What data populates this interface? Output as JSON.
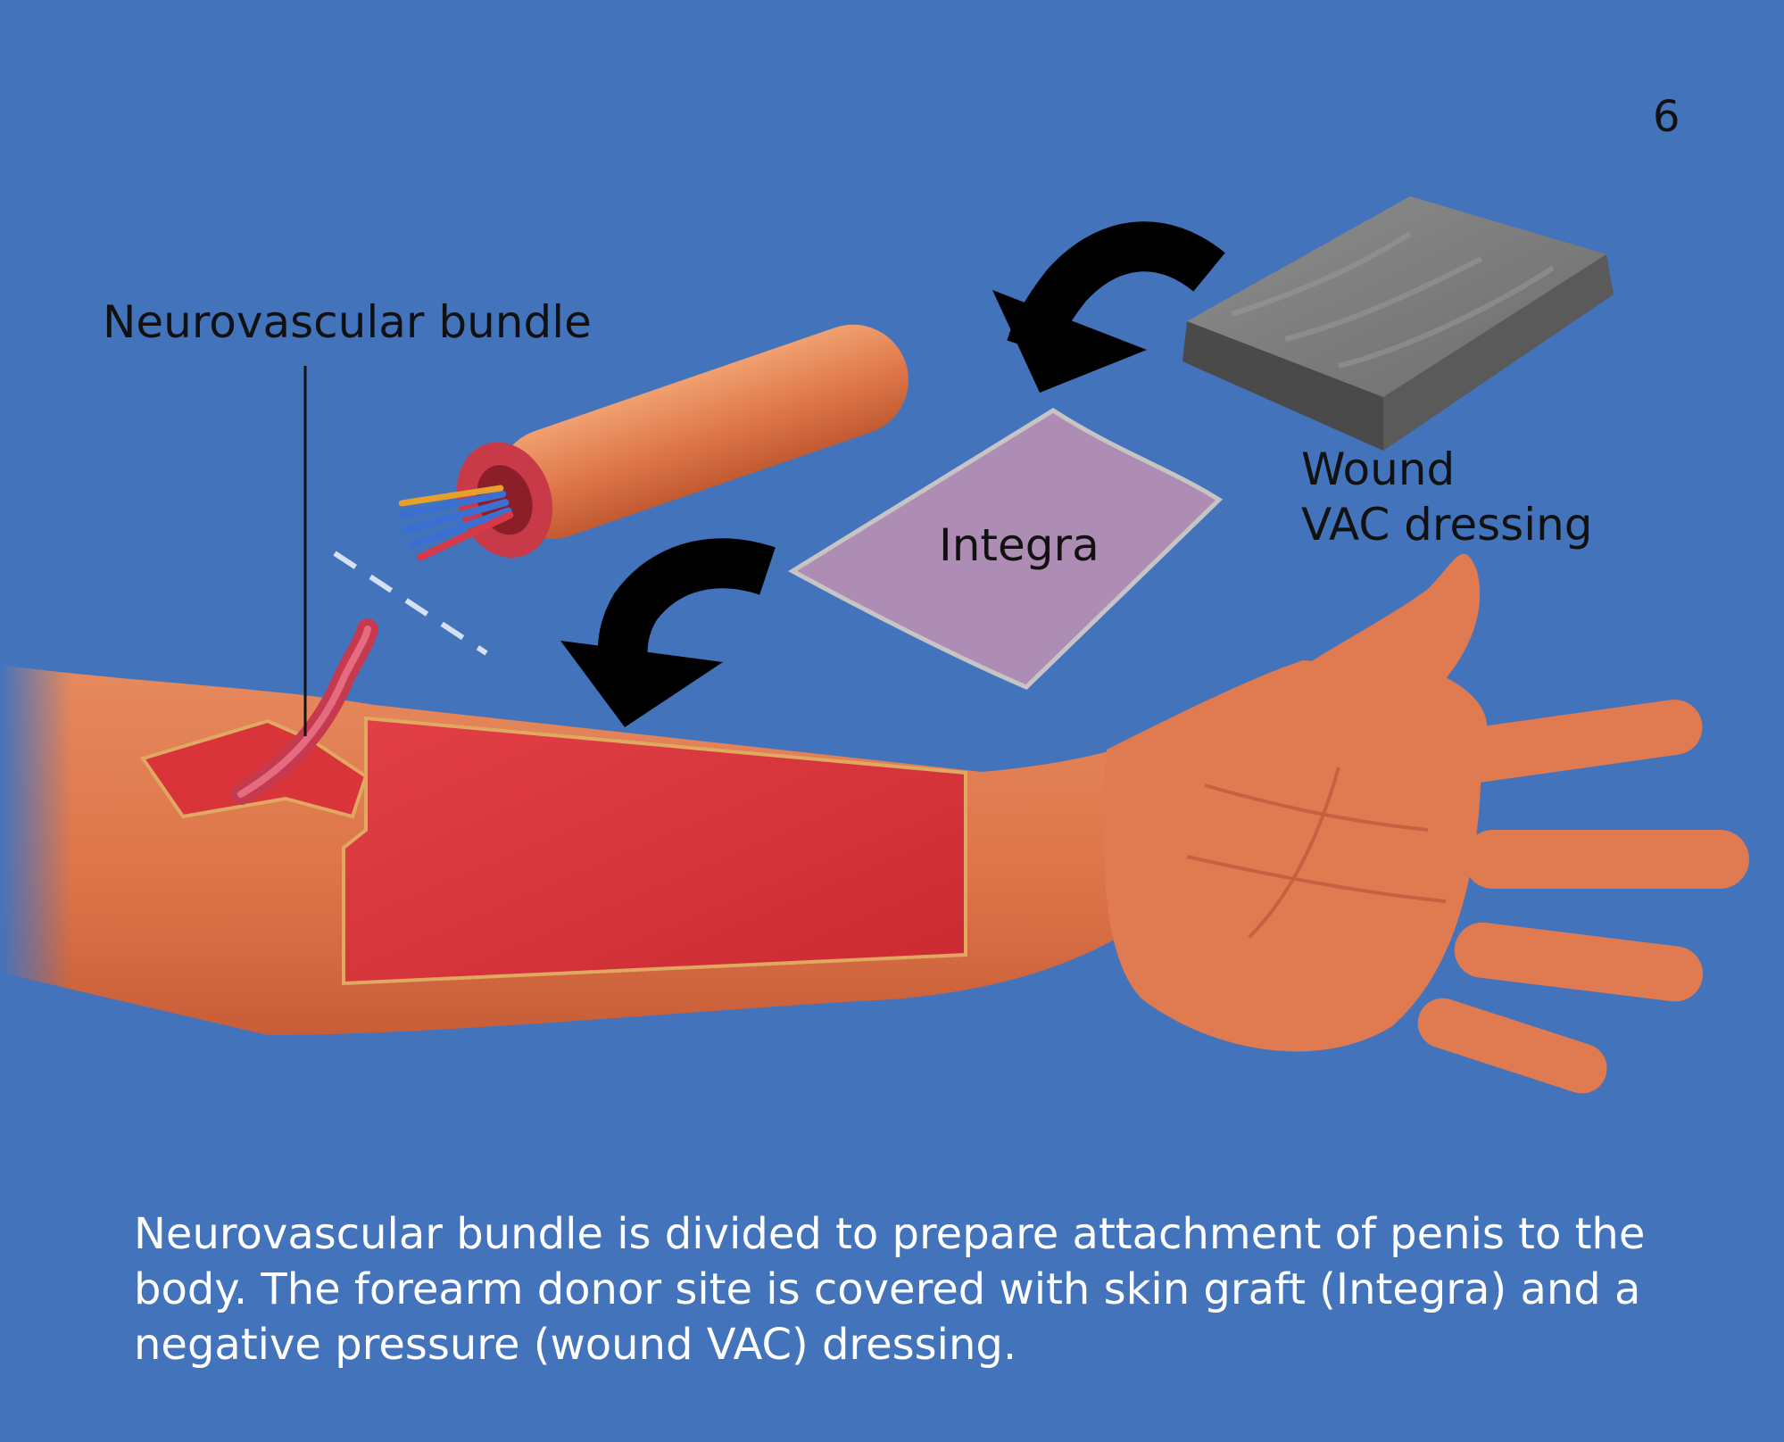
{
  "page_number": "6",
  "labels": {
    "neurovascular_bundle": "Neurovascular bundle",
    "integra": "Integra",
    "wound_vac_line1": "Wound",
    "wound_vac_line2": "VAC dressing"
  },
  "caption": "Neurovascular bundle is divided to prepare attachment of penis to the body. The forearm donor site is covered with skin graft (Integra) and a negative pressure (wound VAC) dressing.",
  "colors": {
    "background": "#4373bb",
    "skin": "#e07a50",
    "wound": "#d8343a",
    "integra": "#ad8db3",
    "foam": "#7b7b7b",
    "arrow": "#000000"
  }
}
